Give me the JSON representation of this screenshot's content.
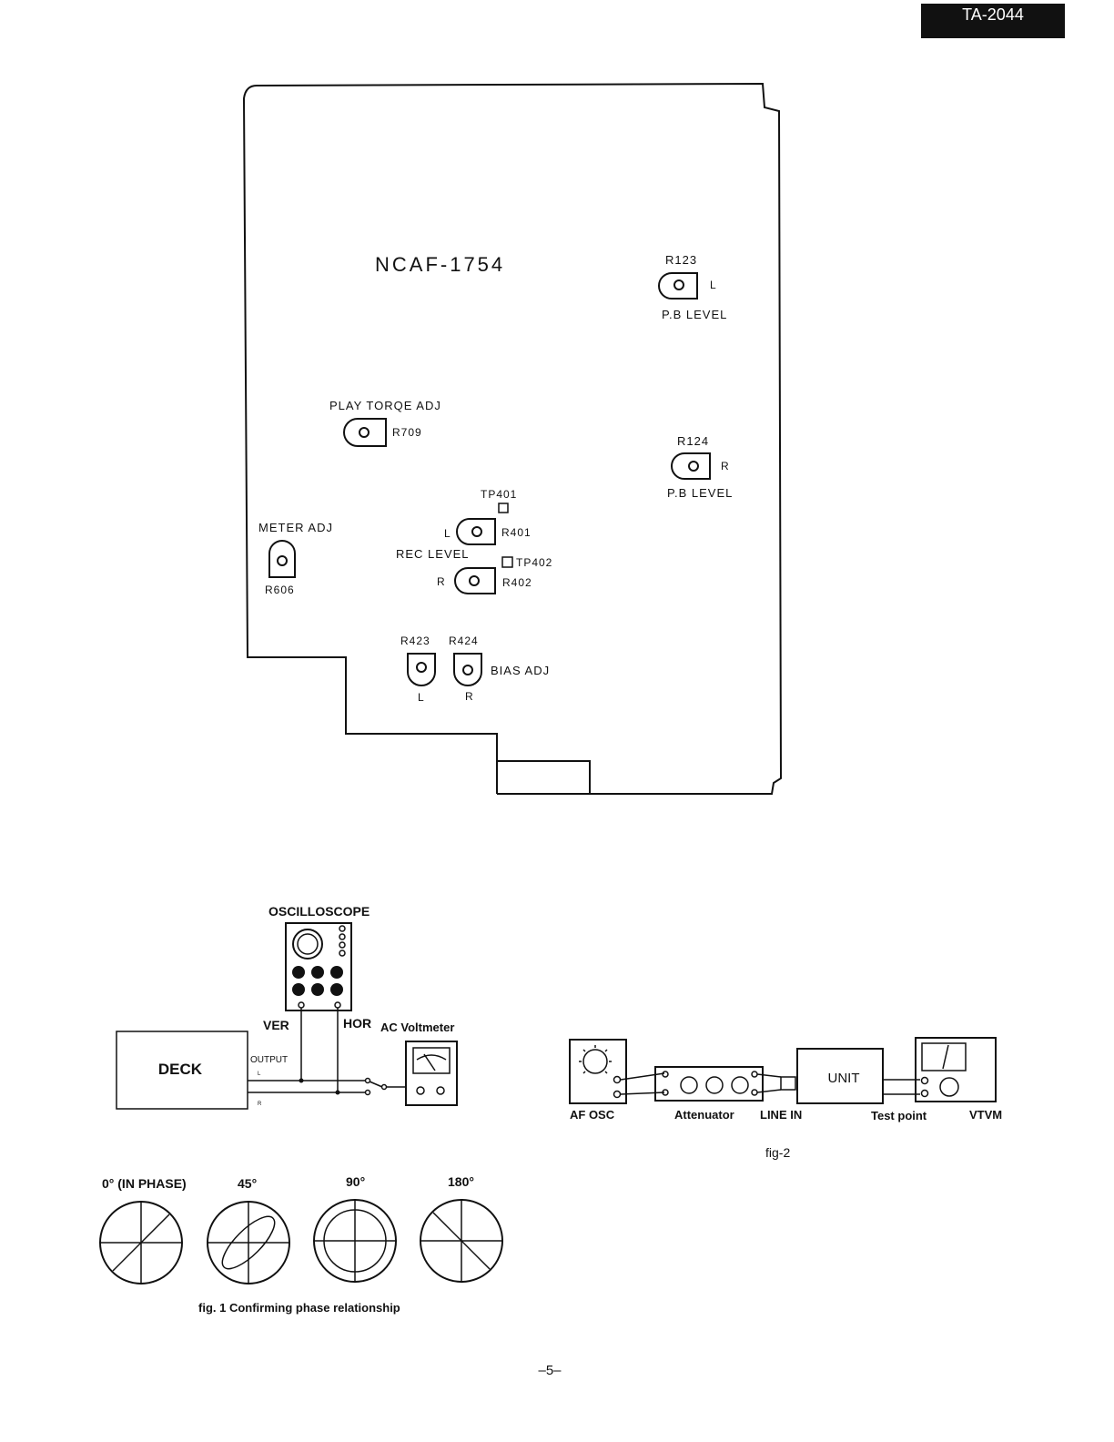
{
  "header": {
    "model_badge": "TA-2044"
  },
  "board": {
    "name": "NCAF-1754",
    "r123": {
      "ref": "R123",
      "channel": "L",
      "caption": "P.B LEVEL"
    },
    "r124": {
      "ref": "R124",
      "channel": "R",
      "caption": "P.B LEVEL"
    },
    "r709": {
      "ref": "R709",
      "caption": "PLAY TORQE ADJ"
    },
    "r606": {
      "ref": "R606",
      "caption": "METER ADJ"
    },
    "rec": {
      "caption": "REC LEVEL",
      "tp401": "TP401",
      "tp402": "TP402",
      "r401": "R401",
      "r402": "R402",
      "l": "L",
      "r": "R"
    },
    "bias": {
      "r423": "R423",
      "r424": "R424",
      "caption": "BIAS ADJ",
      "l": "L",
      "r": "R"
    }
  },
  "fig1": {
    "oscilloscope": "OSCILLOSCOPE",
    "ver": "VER",
    "hor": "HOR",
    "voltmeter": "AC Voltmeter",
    "deck": "DECK",
    "output": "OUTPUT",
    "out_l": "L",
    "out_r": "R",
    "phases": [
      "0° (IN PHASE)",
      "45°",
      "90°",
      "180°"
    ],
    "caption": "fig. 1  Confirming phase relationship"
  },
  "fig2": {
    "af_osc": "AF OSC",
    "attenuator": "Attenuator",
    "line_in": "LINE IN",
    "unit": "UNIT",
    "test_point": "Test point",
    "vtvm": "VTVM",
    "caption": "fig-2"
  },
  "footer": {
    "page_number": "–5–"
  }
}
